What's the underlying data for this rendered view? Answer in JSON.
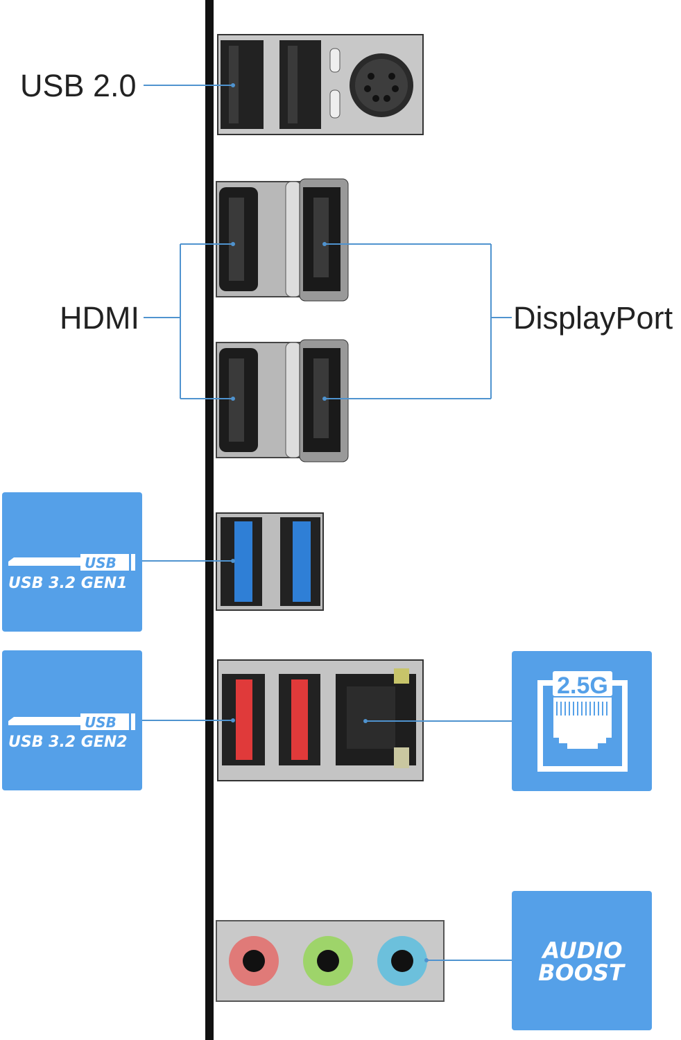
{
  "labels": {
    "usb2": "USB 2.0",
    "hdmi": "HDMI",
    "displayport": "DisplayPort"
  },
  "badges": {
    "usb_gen1": {
      "logo": "USB",
      "text": "USB 3.2 GEN1"
    },
    "usb_gen2": {
      "logo": "USB",
      "text": "USB 3.2 GEN2"
    },
    "lan": {
      "text": "2.5G",
      "icon": "ethernet-port-icon"
    },
    "audio": {
      "line1": "AUDIO",
      "line2": "BOOST"
    }
  },
  "colors": {
    "badge_blue": "#55a0e8",
    "leader_line": "#4f93cf",
    "usb3_gen1_port": "#2f7fd6",
    "usb3_gen2_port": "#e03a3a",
    "audio_pink": "#e07a78",
    "audio_green": "#9ed46a",
    "audio_blue": "#6cc0dc"
  }
}
